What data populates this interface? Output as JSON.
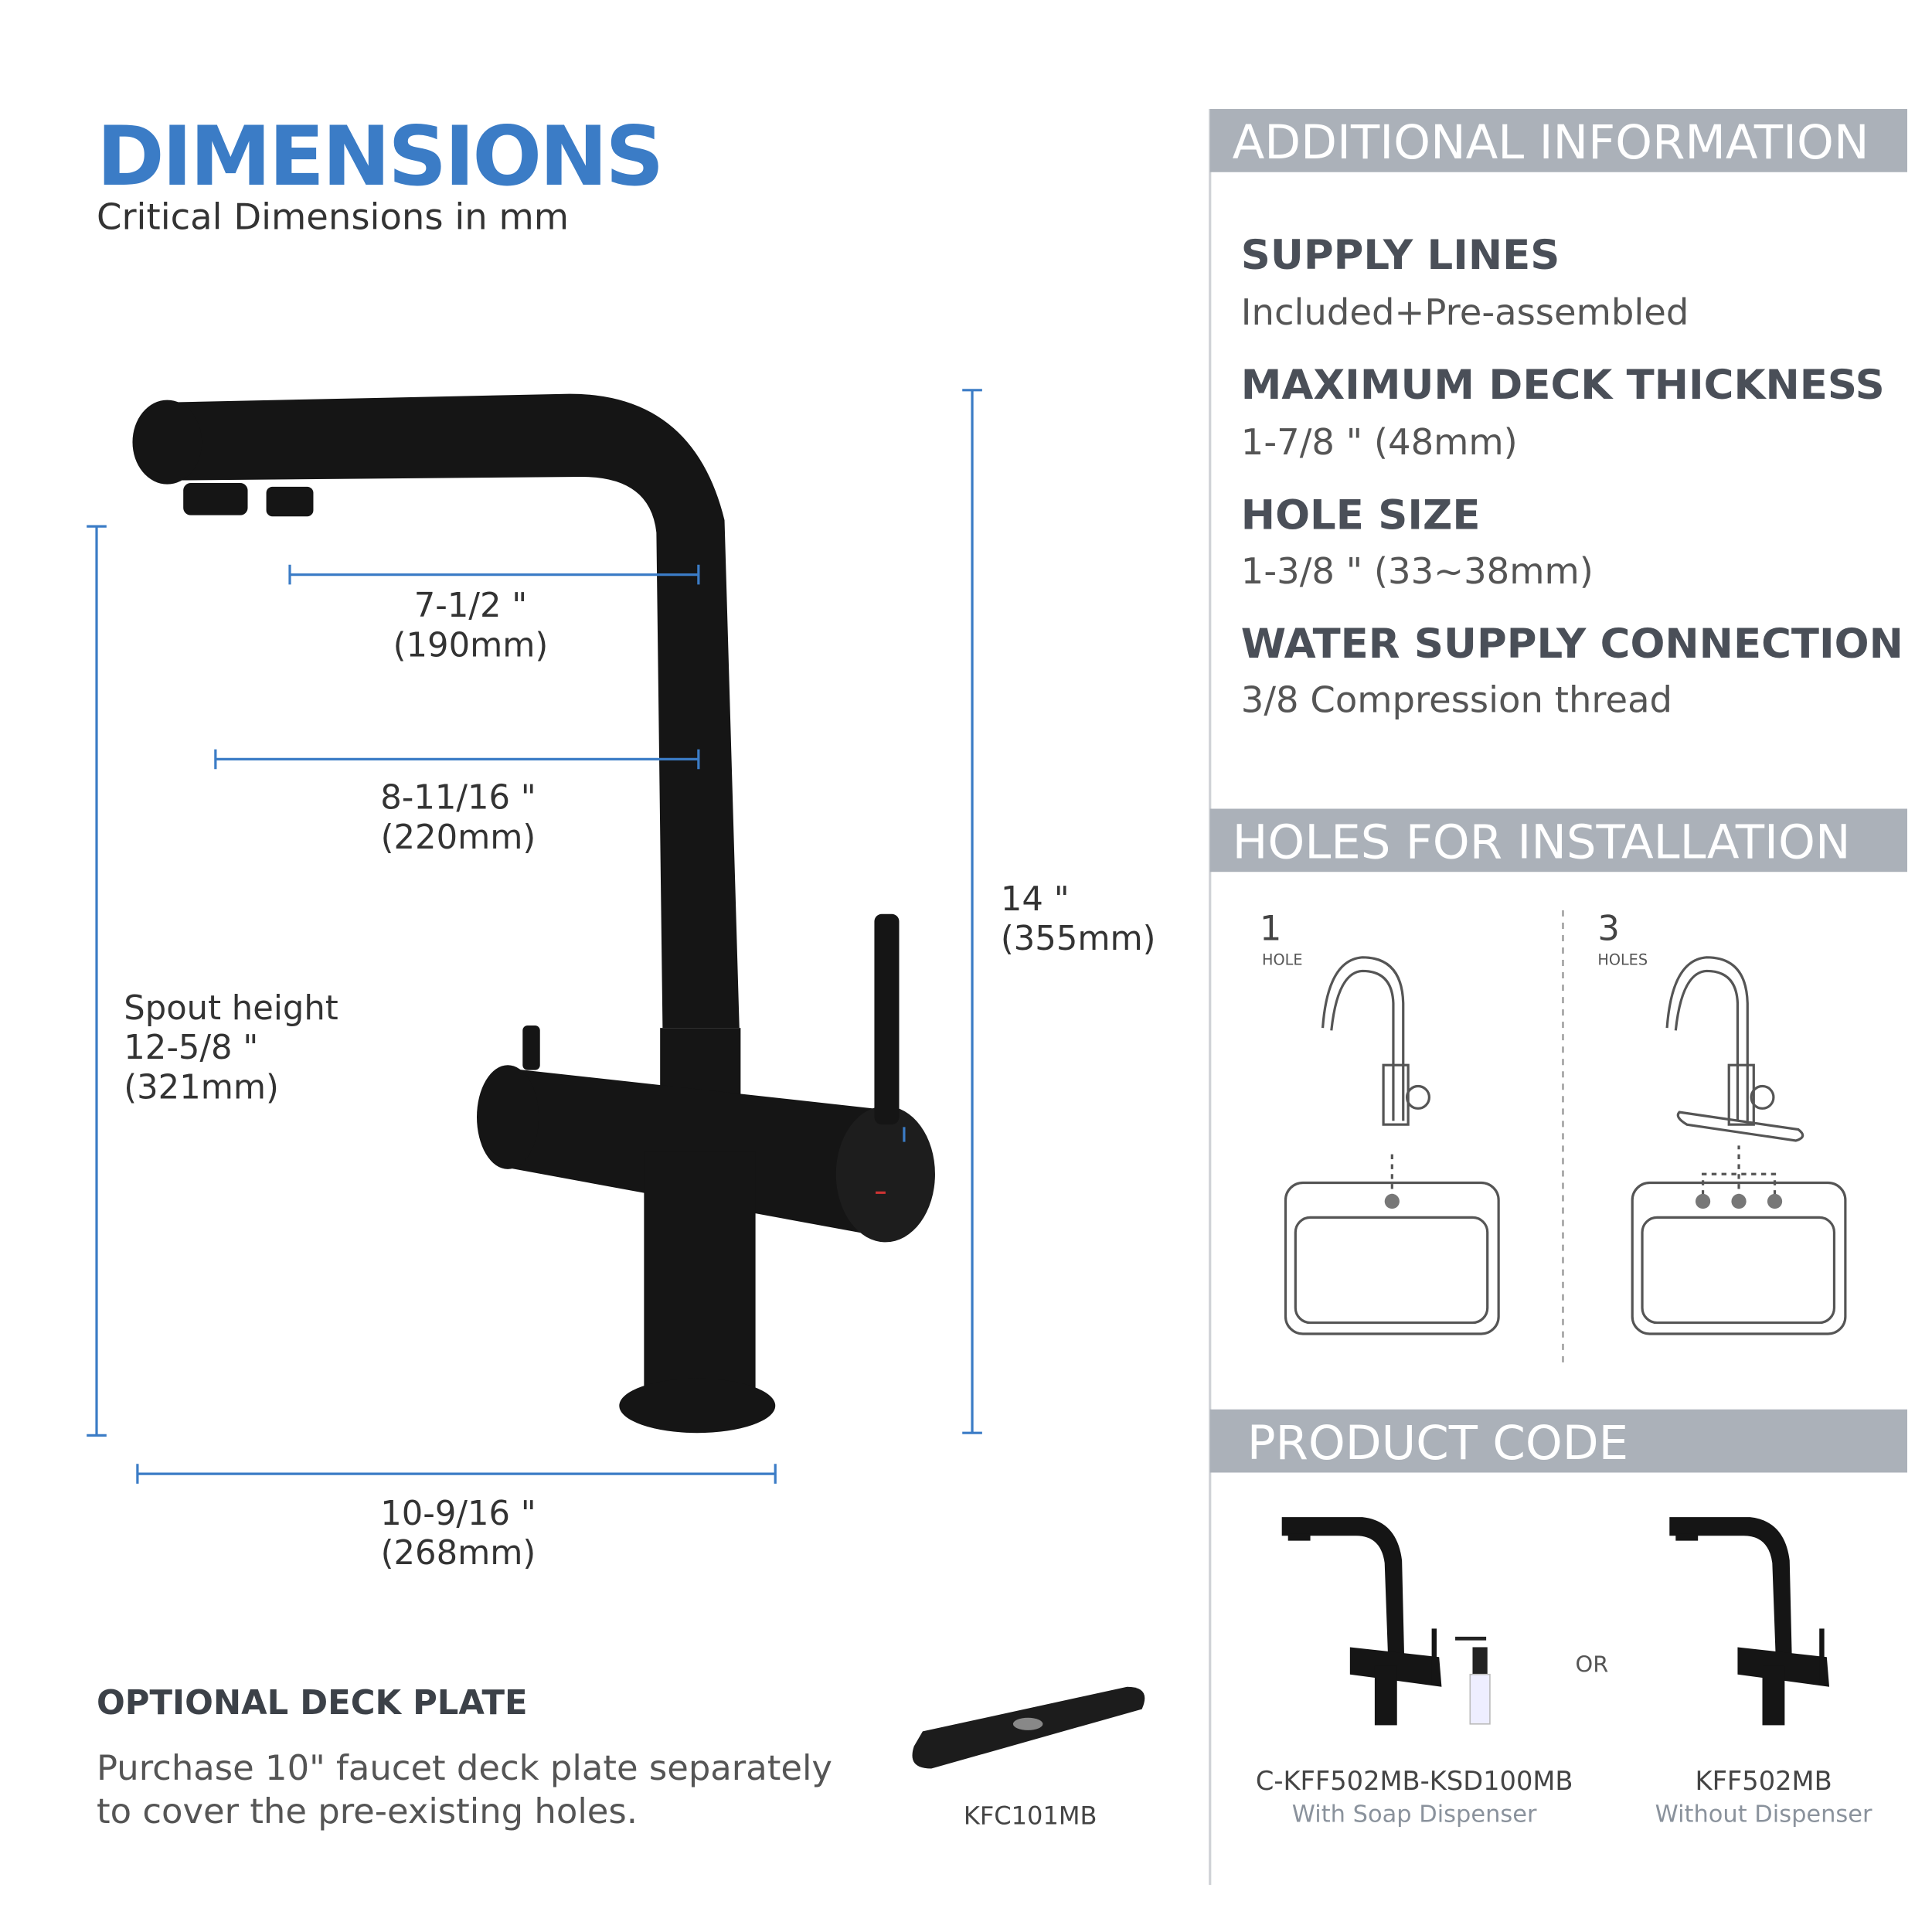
{
  "dimensions": {
    "title": "DIMENSIONS",
    "subtitle": "Critical Dimensions in mm",
    "reach1": {
      "in": "7-1/2 \"",
      "mm": "(190mm)"
    },
    "reach2": {
      "in": "8-11/16 \"",
      "mm": "(220mm)"
    },
    "height": {
      "in": "14 \"",
      "mm": "(355mm)"
    },
    "spout": {
      "label": "Spout height",
      "in": "12-5/8 \"",
      "mm": "(321mm)"
    },
    "base": {
      "in": "10-9/16 \"",
      "mm": "(268mm)"
    }
  },
  "deck_plate": {
    "title": "OPTIONAL DECK PLATE",
    "line1": "Purchase 10\" faucet deck plate separately",
    "line2": "to cover the pre-existing holes.",
    "code": "KFC101MB"
  },
  "additional": {
    "header": "ADDITIONAL INFORMATION",
    "items": [
      {
        "label": "SUPPLY LINES",
        "value": "Included+Pre-assembled"
      },
      {
        "label": "MAXIMUM DECK THICKNESS",
        "value": "1-7/8 \" (48mm)"
      },
      {
        "label": "HOLE SIZE",
        "value": "1-3/8 \" (33~38mm)"
      },
      {
        "label": "WATER SUPPLY CONNECTION",
        "value": "3/8 Compression thread"
      }
    ]
  },
  "holes": {
    "header": "HOLES FOR INSTALLATION",
    "options": [
      {
        "number": "1",
        "label": "HOLE"
      },
      {
        "number": "3",
        "label": "HOLES"
      }
    ]
  },
  "product_code": {
    "header": "PRODUCT CODE",
    "or": "OR",
    "items": [
      {
        "code": "C-KFF502MB-KSD100MB",
        "desc": "With Soap Dispenser"
      },
      {
        "code": "KFF502MB",
        "desc": "Without Dispenser"
      }
    ]
  },
  "colors": {
    "accent": "#3b7cc6",
    "header_bar": "#abb1b9",
    "faucet": "#141414"
  }
}
